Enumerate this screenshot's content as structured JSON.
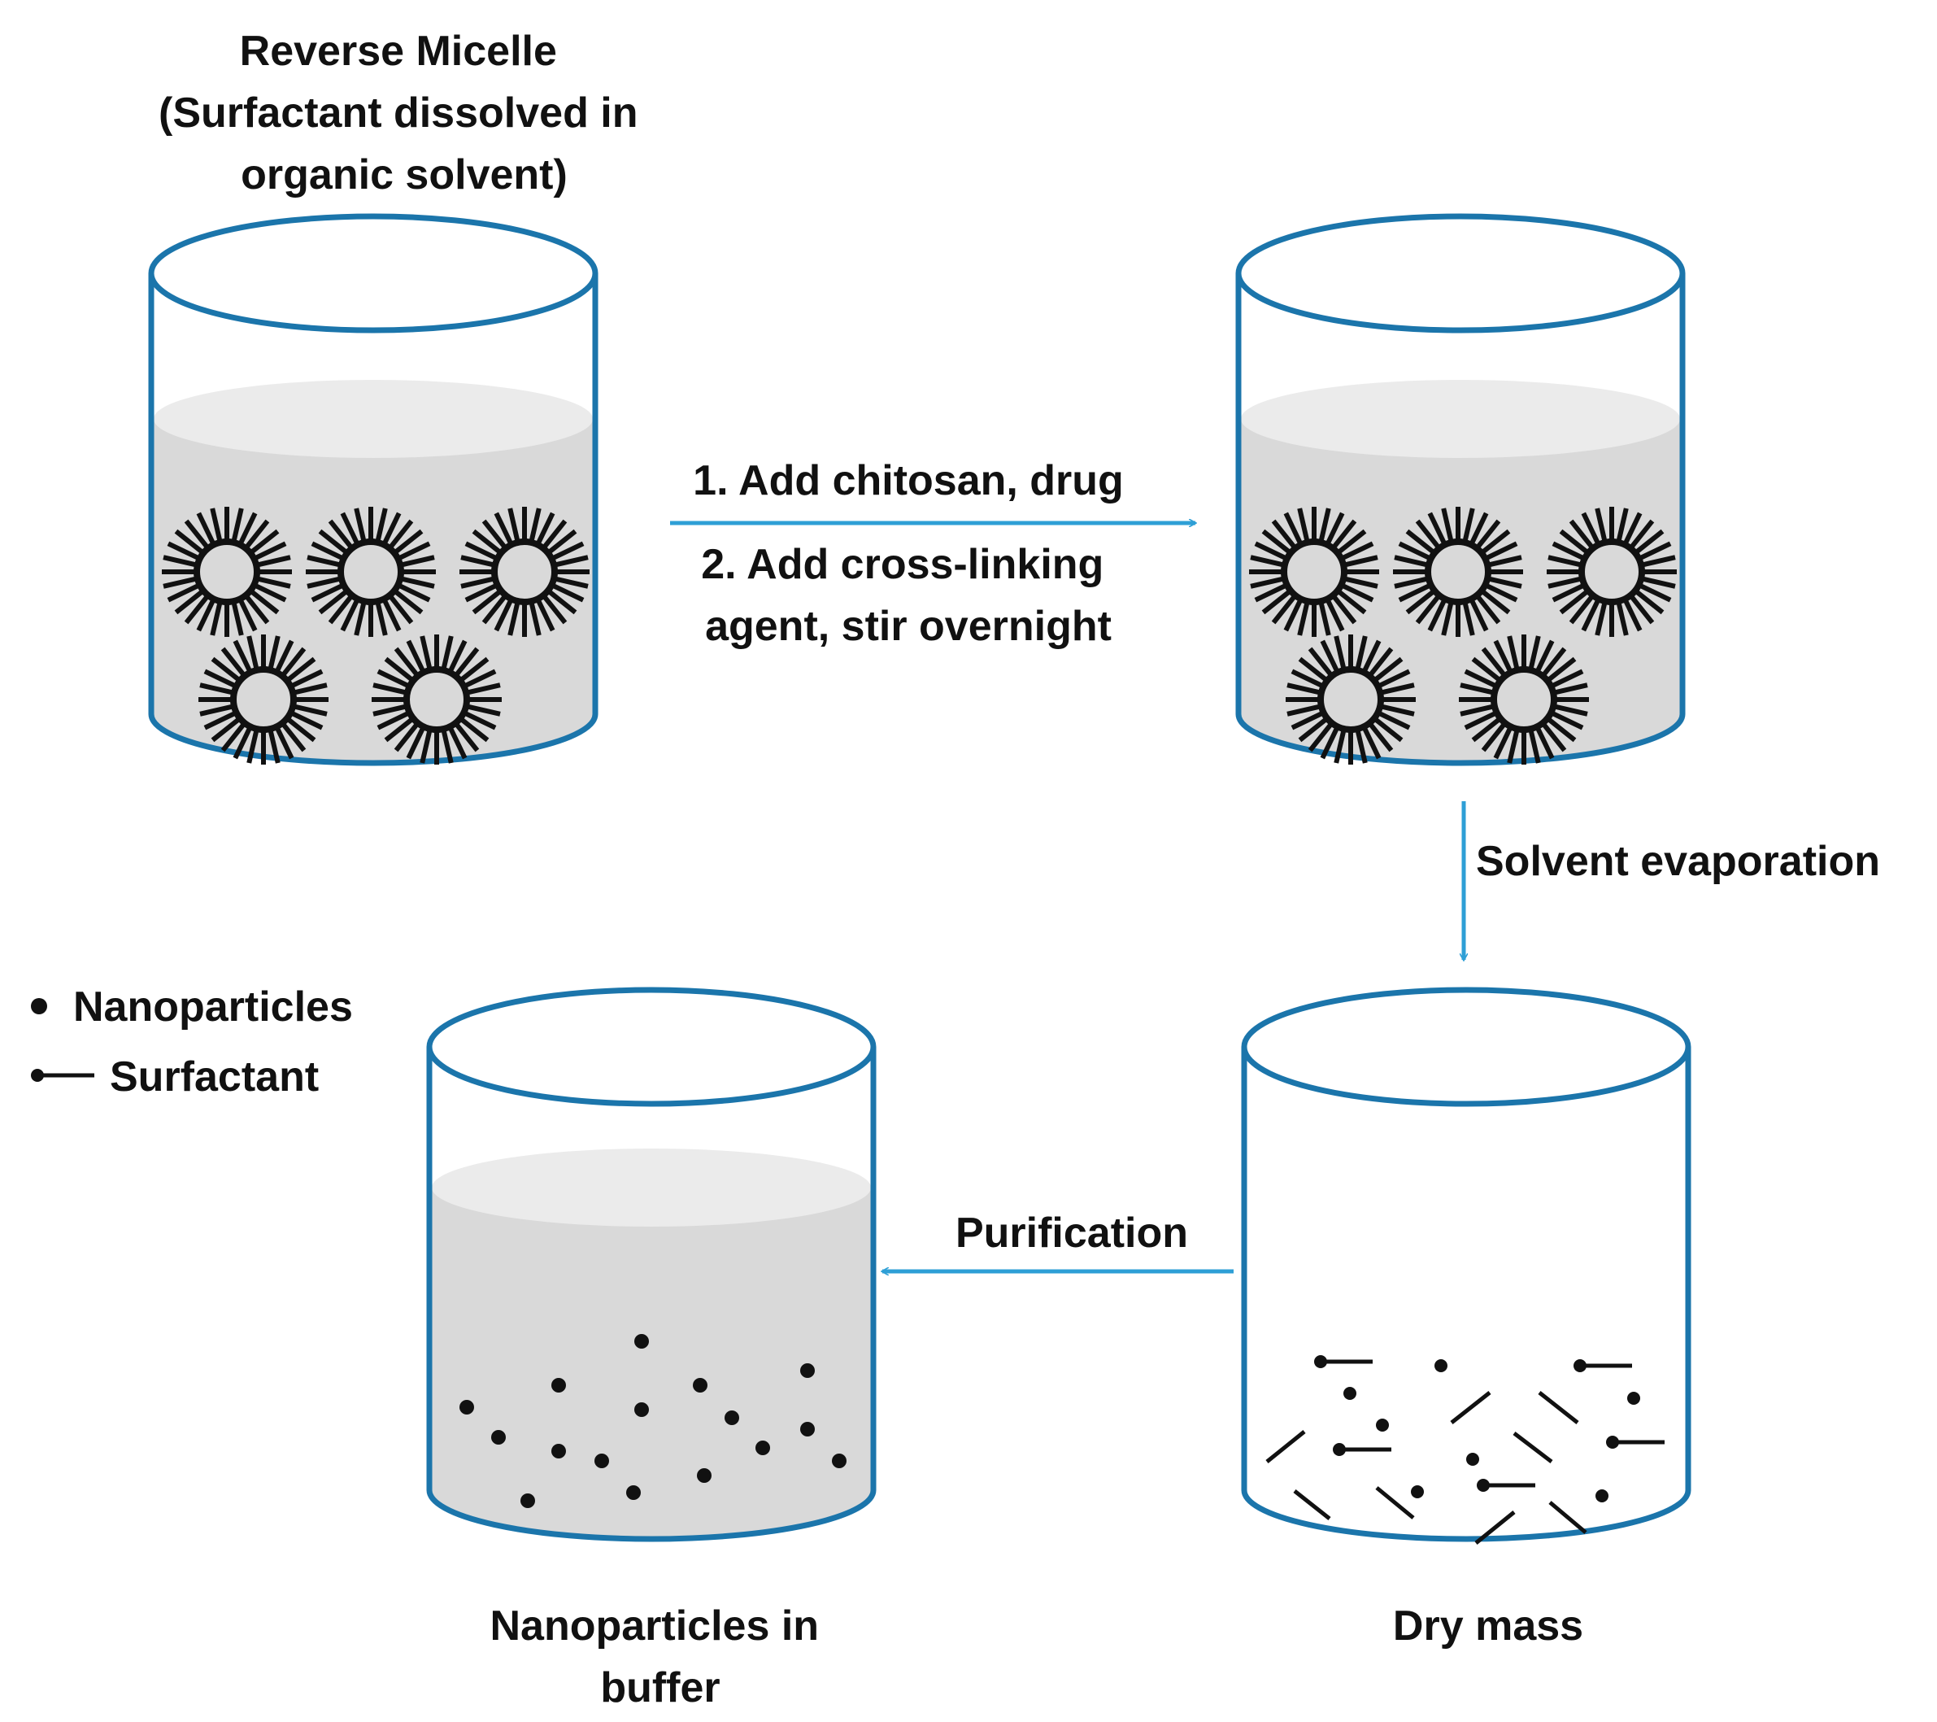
{
  "title_lines": [
    "Reverse Micelle",
    "(Surfactant dissolved in",
    "organic solvent)"
  ],
  "step1_lines": [
    "1. Add chitosan, drug"
  ],
  "step2_lines": [
    "2. Add cross-linking",
    "agent, stir overnight"
  ],
  "evaporation_label": "Solvent evaporation",
  "purification_label": "Purification",
  "dry_mass_label": "Dry mass",
  "buffer_lines": [
    "Nanoparticles in",
    "buffer"
  ],
  "legend": {
    "nanoparticles": "Nanoparticles",
    "surfactant": "Surfactant"
  },
  "colors": {
    "arrow": "#2e9fd6",
    "beaker_outline": "#1b75ab",
    "liquid": "#d9d9d9",
    "liquid_top": "#ebebeb",
    "ink": "#111111"
  },
  "icons": [
    "reverse-micelle-icon",
    "nanoparticle-dot-icon",
    "surfactant-molecule-icon"
  ]
}
